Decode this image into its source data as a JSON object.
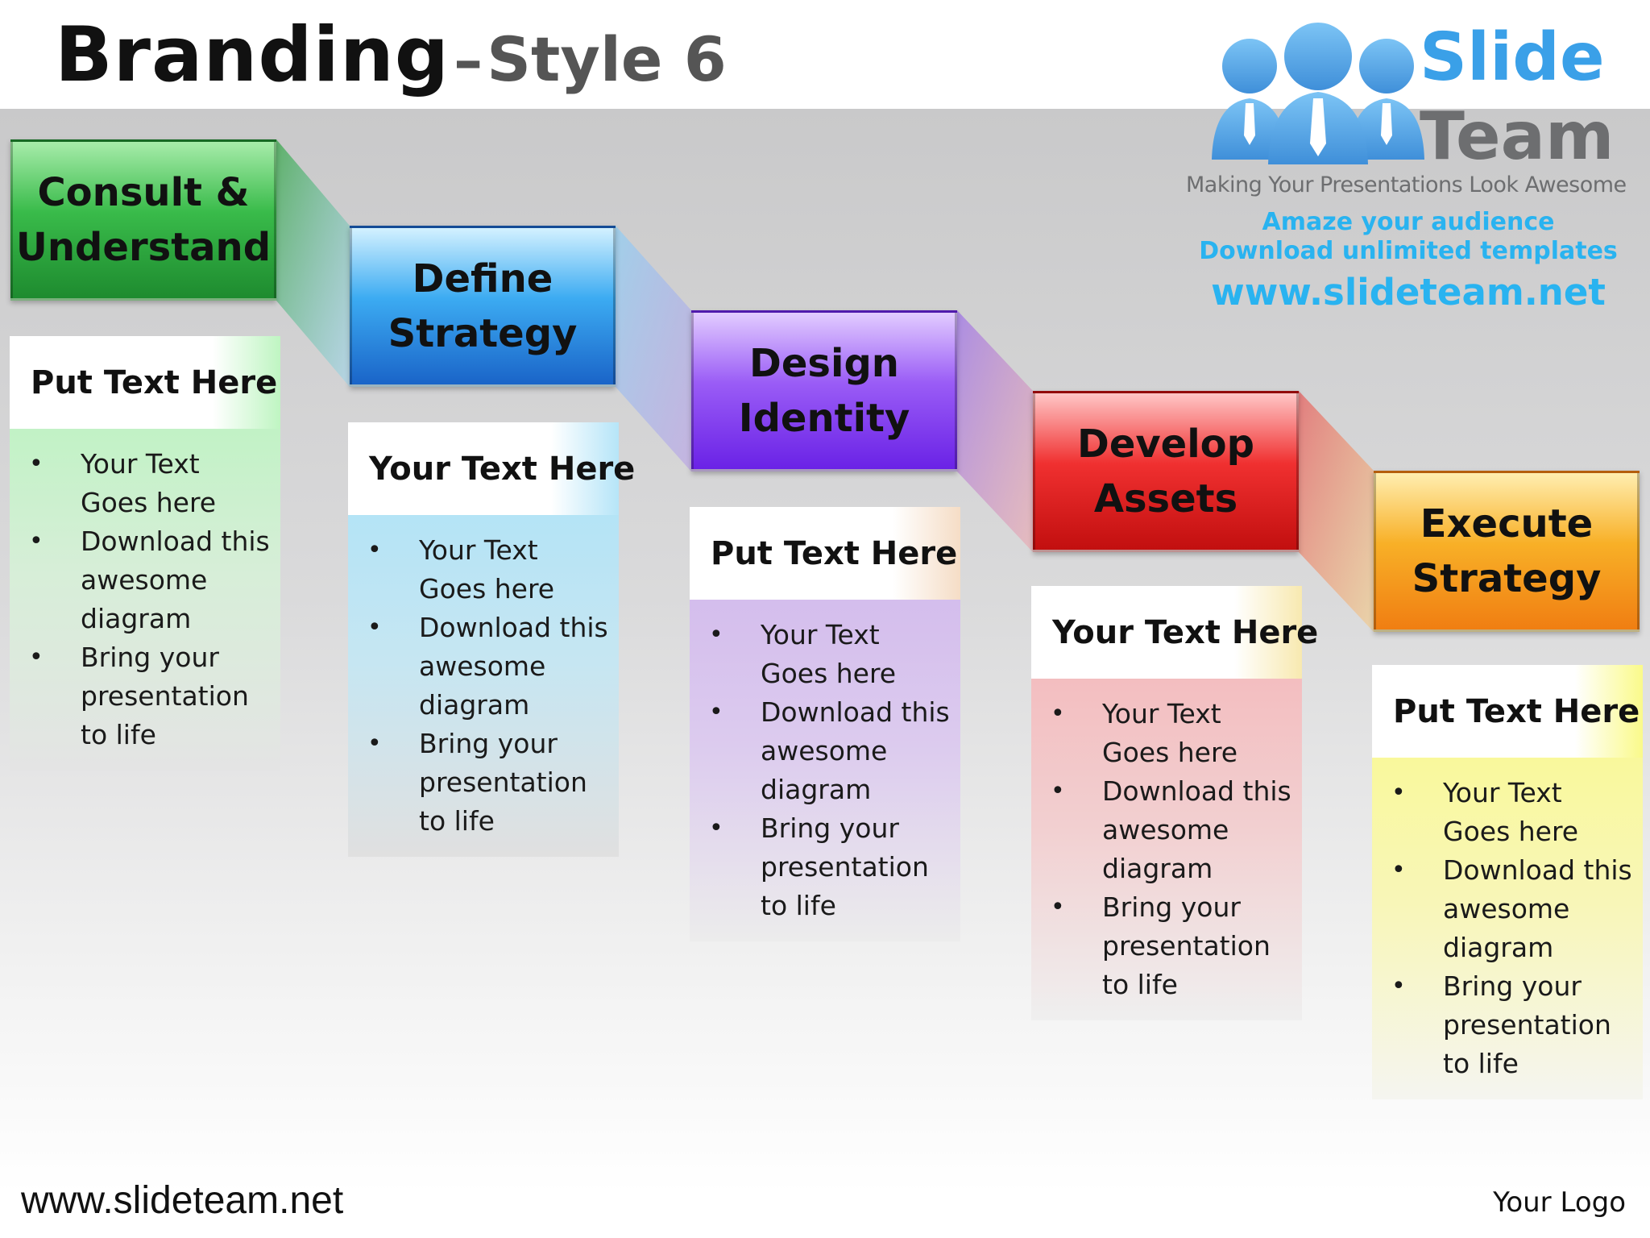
{
  "title": {
    "main": "Branding",
    "separator": "–",
    "sub": "Style 6"
  },
  "logo": {
    "word1": "Slide",
    "word2": "Team",
    "tagline": "Making Your Presentations Look Awesome",
    "promo1": "Amaze your audience",
    "promo2": "Download unlimited templates",
    "promo3": "www.slideteam.net",
    "icon": "people-icon"
  },
  "steps": [
    {
      "label": "Consult & Understand",
      "color": "#2aa53c"
    },
    {
      "label": "Define Strategy",
      "color": "#2a8ae6"
    },
    {
      "label": "Design Identity",
      "color": "#8a46f2"
    },
    {
      "label": "Develop Assets",
      "color": "#e02222"
    },
    {
      "label": "Execute Strategy",
      "color": "#f5991c"
    }
  ],
  "cards": [
    {
      "heading": "Put Text Here",
      "bullets": [
        "Your Text Goes here",
        "Download this awesome diagram",
        "Bring your presentation to life"
      ]
    },
    {
      "heading": "Your Text Here",
      "bullets": [
        "Your Text Goes here",
        "Download this awesome diagram",
        "Bring your presentation to life"
      ]
    },
    {
      "heading": "Put Text Here",
      "bullets": [
        "Your Text Goes here",
        "Download this awesome diagram",
        "Bring your presentation to life"
      ]
    },
    {
      "heading": "Your Text Here",
      "bullets": [
        "Your Text Goes here",
        "Download this awesome diagram",
        "Bring your presentation to life"
      ]
    },
    {
      "heading": "Put Text Here",
      "bullets": [
        "Your Text Goes here",
        "Download this awesome diagram",
        "Bring your presentation to life"
      ]
    }
  ],
  "footer": {
    "url": "www.slideteam.net",
    "logo": "Your Logo"
  }
}
